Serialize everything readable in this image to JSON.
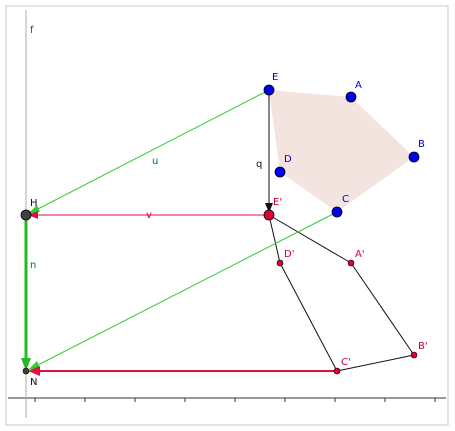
{
  "labels": {
    "f": "f",
    "E": "E",
    "A": "A",
    "B": "B",
    "C": "C",
    "D": "D",
    "u": "u",
    "q": "q",
    "E_prime": "E'",
    "H": "H",
    "v": "v",
    "D_prime": "D'",
    "A_prime": "A'",
    "n": "n",
    "B_prime": "B'",
    "C_prime": "C'",
    "N": "N"
  },
  "colors": {
    "background": "#ffffff",
    "frame_border": "#c8c8c8",
    "axis": "#333333",
    "line_f": "#a0b4a0",
    "polygon_fill": "#f4e4e0",
    "point_blue": "#0000ee",
    "point_red": "#dd0033",
    "point_dark": "#404040",
    "vector_green": "#33cc33",
    "vector_green_thick": "#22bb22",
    "vector_red": "#dd1144",
    "segment_black": "#111111",
    "label_teal": "#006666",
    "label_blue": "#0000cc",
    "label_red": "#cc0033",
    "label_black": "#111111"
  }
}
